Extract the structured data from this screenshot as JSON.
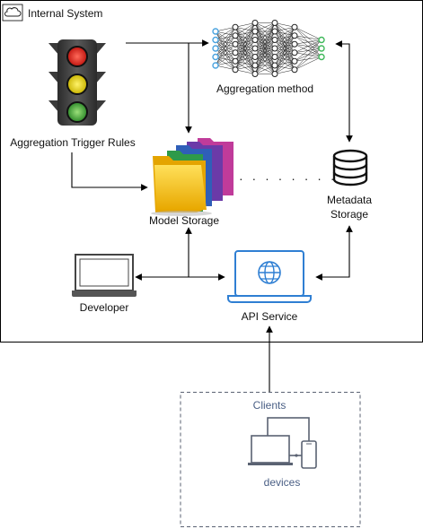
{
  "groups": {
    "internal": {
      "title": "Internal System"
    },
    "clients": {
      "title": "Clients"
    }
  },
  "nodes": {
    "trigger": {
      "label": "Aggregation Trigger Rules"
    },
    "aggregation": {
      "label": "Aggregation method"
    },
    "model_storage": {
      "label": "Model Storage"
    },
    "metadata": {
      "label_line1": "Metadata",
      "label_line2": "Storage"
    },
    "developer": {
      "label": "Developer"
    },
    "api": {
      "label": "API Service"
    },
    "devices": {
      "label": "devices"
    }
  },
  "connector": {
    "dots": "· · · · · · · ·"
  },
  "colors": {
    "border": "#000000",
    "client_border": "#5a6272",
    "api_blue": "#2f7fd3",
    "folder_yellow": "#f6c21b",
    "light_red": "#e0201a",
    "light_yellow": "#e6d41a",
    "light_green": "#3fa83a",
    "nn_blue": "#4aa3df",
    "nn_green": "#3fb85a"
  },
  "icons": {
    "internal": "cloud-icon",
    "trigger": "traffic-light-icon",
    "aggregation": "neural-network-icon",
    "model_storage": "folders-icon",
    "metadata": "database-icon",
    "developer": "laptop-icon",
    "api": "laptop-globe-icon",
    "devices": "devices-icon"
  }
}
